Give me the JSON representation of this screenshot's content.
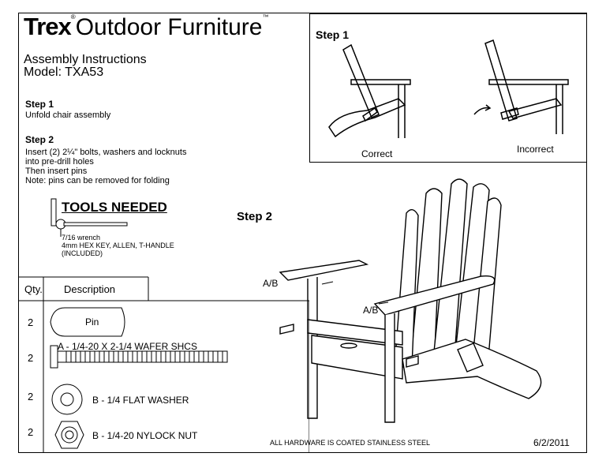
{
  "brand": {
    "name": "Trex",
    "registered": "®",
    "product": "Outdoor Furniture",
    "tm": "™"
  },
  "header": {
    "line1": "Assembly Instructions",
    "line2": "Model: TXA53"
  },
  "instructions": {
    "step1_heading": "Step 1",
    "step1_text": "Unfold chair assembly",
    "step2_heading": "Step 2",
    "step2_lines": [
      "Insert (2) 2¼\" bolts, washers and locknuts",
      "into pre-drill holes",
      "Then insert pins",
      "Note: pins can be removed for folding"
    ]
  },
  "tools": {
    "title": "TOOLS NEEDED",
    "lines": [
      "7/16 wrench",
      "4mm HEX KEY, ALLEN, T-HANDLE",
      "(INCLUDED)"
    ]
  },
  "step1_panel": {
    "title": "Step 1",
    "correct": "Correct",
    "incorrect": "Incorrect"
  },
  "step2_panel": {
    "title": "Step 2",
    "label_ab_left": "A/B",
    "label_ab_right": "A/B"
  },
  "parts": {
    "header_qty": "Qty.",
    "header_desc": "Description",
    "rows": [
      {
        "qty": "2",
        "label": "Pin"
      },
      {
        "qty": "2",
        "label": "A - 1/4-20 X 2-1/4 WAFER SHCS"
      },
      {
        "qty": "2",
        "label": "B - 1/4 FLAT WASHER"
      },
      {
        "qty": "2",
        "label": "B - 1/4-20 NYLOCK NUT"
      }
    ]
  },
  "footer": {
    "hardware_note": "ALL HARDWARE IS COATED STAINLESS STEEL",
    "date": "6/2/2011"
  }
}
